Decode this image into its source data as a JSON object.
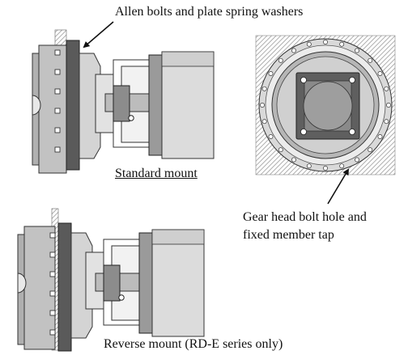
{
  "labels": {
    "allen_bolts": "Allen bolts and plate spring washers",
    "standard_mount": "Standard mount",
    "gear_head_line1": "Gear head bolt hole and",
    "gear_head_line2": "fixed member tap",
    "reverse_mount": "Reverse mount (RD-E series only)"
  }
}
